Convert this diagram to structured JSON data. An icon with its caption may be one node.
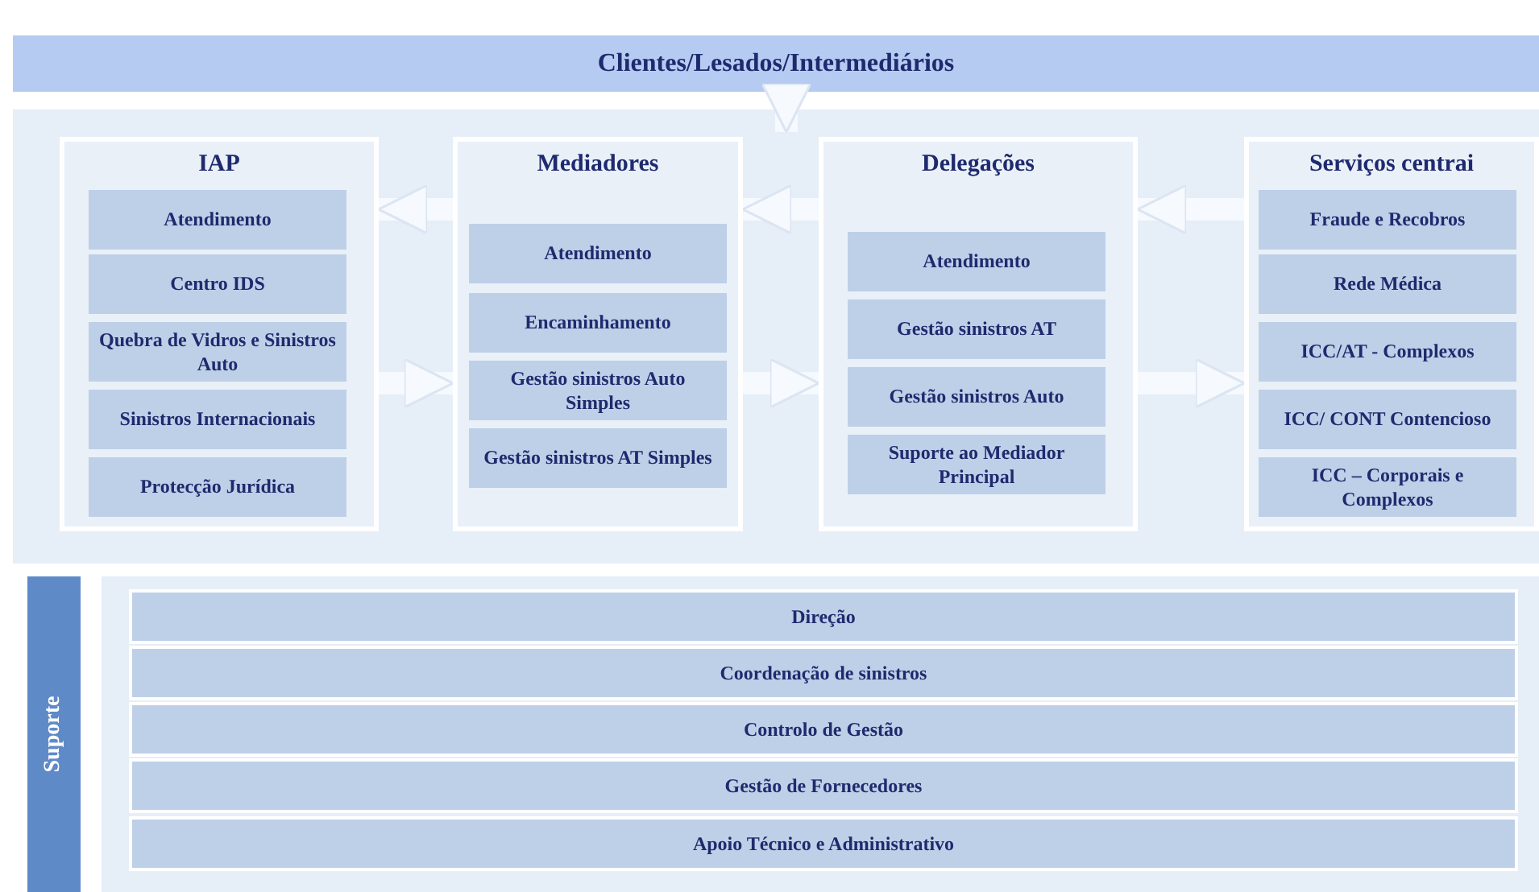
{
  "diagram": {
    "nodes": [
      {
        "text": [
          "Clientes/Lesados/Intermediários"
        ]
      },
      {
        "text": [],
        "shape": "box"
      },
      {
        "text": [
          "IAP"
        ],
        "in": 1
      },
      {
        "text": [
          "Atendimento"
        ],
        "in": 2
      },
      {
        "text": [
          "Centro IDS"
        ],
        "in": 2
      },
      {
        "text": [
          "Quebra de Vidros e Sinistros Auto"
        ],
        "in": 2
      },
      {
        "text": [
          "Sinistros Internacionais"
        ],
        "in": 2
      },
      {
        "text": [
          "Protecção Jurídica"
        ],
        "in": 2
      },
      {
        "text": [
          "Mediadores"
        ],
        "in": 1
      },
      {
        "text": [
          "Atendimento"
        ],
        "in": 8
      },
      {
        "text": [
          "Encaminhamento"
        ],
        "in": 8
      },
      {
        "text": [
          "Gestão sinistros Auto Simples"
        ],
        "in": 8
      },
      {
        "text": [
          "Gestão sinistros AT Simples"
        ],
        "in": 8
      },
      {
        "text": [
          "Delegações"
        ],
        "in": 1
      },
      {
        "text": [
          "Atendimento"
        ],
        "in": 13
      },
      {
        "text": [
          "Gestão sinistros AT"
        ],
        "in": 13
      },
      {
        "text": [
          "Gestão sinistros Auto"
        ],
        "in": 13
      },
      {
        "text": [
          "Suporte ao Mediador Principal"
        ],
        "in": 13
      },
      {
        "text": [
          "Serviços centrai"
        ],
        "in": 1
      },
      {
        "text": [
          "Fraude e Recobros"
        ],
        "in": 18
      },
      {
        "text": [
          "Rede Médica"
        ],
        "in": 18
      },
      {
        "text": [
          "ICC/AT - Complexos"
        ],
        "in": 18
      },
      {
        "text": [
          "ICC/ CONT Contencioso"
        ],
        "in": 18
      },
      {
        "text": [
          "ICC – Corporais e Complexos"
        ],
        "in": 18
      },
      {
        "text": [
          "Suporte"
        ]
      },
      {
        "text": [],
        "shape": "box"
      },
      {
        "text": [
          "Direção"
        ],
        "in": 25
      },
      {
        "text": [
          "Coordenação de sinistros"
        ],
        "in": 25
      },
      {
        "text": [
          "Controlo de Gestão"
        ],
        "in": 25
      },
      {
        "text": [
          "Gestão de Fornecedores"
        ],
        "in": 25
      },
      {
        "text": [
          "Apoio Técnico e Administrativo"
        ],
        "in": 25
      }
    ],
    "edges": [
      {
        "from": 0,
        "to": 1,
        "arrow": "to"
      },
      {
        "from": 8,
        "to": 2,
        "arrow": "to"
      },
      {
        "from": 13,
        "to": 8,
        "arrow": "to"
      },
      {
        "from": 18,
        "to": 13,
        "arrow": "to"
      },
      {
        "from": 2,
        "to": 8,
        "arrow": "to"
      },
      {
        "from": 8,
        "to": 13,
        "arrow": "to"
      },
      {
        "from": 13,
        "to": 18,
        "arrow": "to"
      }
    ]
  }
}
